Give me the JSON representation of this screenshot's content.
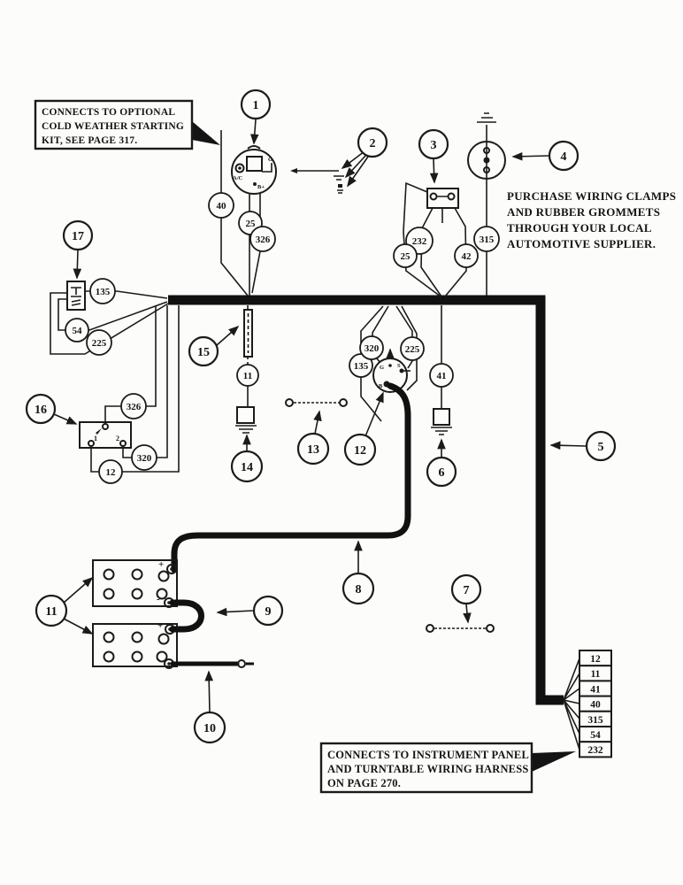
{
  "notes": {
    "cold_weather": {
      "line1": "CONNECTS TO OPTIONAL",
      "line2": "COLD WEATHER STARTING",
      "line3": "KIT, SEE PAGE 317."
    },
    "purchase": {
      "line1": "PURCHASE WIRING CLAMPS",
      "line2": "AND RUBBER GROMMETS",
      "line3": "THROUGH YOUR LOCAL",
      "line4": "AUTOMOTIVE SUPPLIER."
    },
    "instrument_panel": {
      "line1": "CONNECTS TO INSTRUMENT PANEL",
      "line2": "AND TURNTABLE WIRING HARNESS",
      "line3": "ON PAGE 270."
    }
  },
  "callouts": {
    "c1": "1",
    "c2": "2",
    "c3": "3",
    "c4": "4",
    "c5": "5",
    "c6": "6",
    "c7": "7",
    "c8": "8",
    "c9": "9",
    "c10": "10",
    "c11": "11",
    "c12": "12",
    "c13": "13",
    "c14": "14",
    "c15": "15",
    "c16": "16",
    "c17": "17"
  },
  "wire_labels": {
    "w40": "40",
    "w25a": "25",
    "w326a": "326",
    "w232": "232",
    "w25b": "25",
    "w42": "42",
    "w315": "315",
    "w135a": "135",
    "w54": "54",
    "w225a": "225",
    "w326b": "326",
    "w320b": "320",
    "w12": "12",
    "w11": "11",
    "w135b": "135",
    "w320a": "320",
    "w225b": "225",
    "w41": "41"
  },
  "connector_pins": {
    "p1": "12",
    "p2": "11",
    "p3": "41",
    "p4": "40",
    "p5": "315",
    "p6": "54",
    "p7": "232"
  },
  "component_labels": {
    "regulator_ac": "A/C",
    "regulator_g": "G",
    "regulator_b": "B+",
    "switch_g": "G",
    "switch_s": "S",
    "switch_b": "B",
    "box16_t1": "1",
    "box16_t2": "2",
    "plus": "+",
    "minus": "-"
  }
}
